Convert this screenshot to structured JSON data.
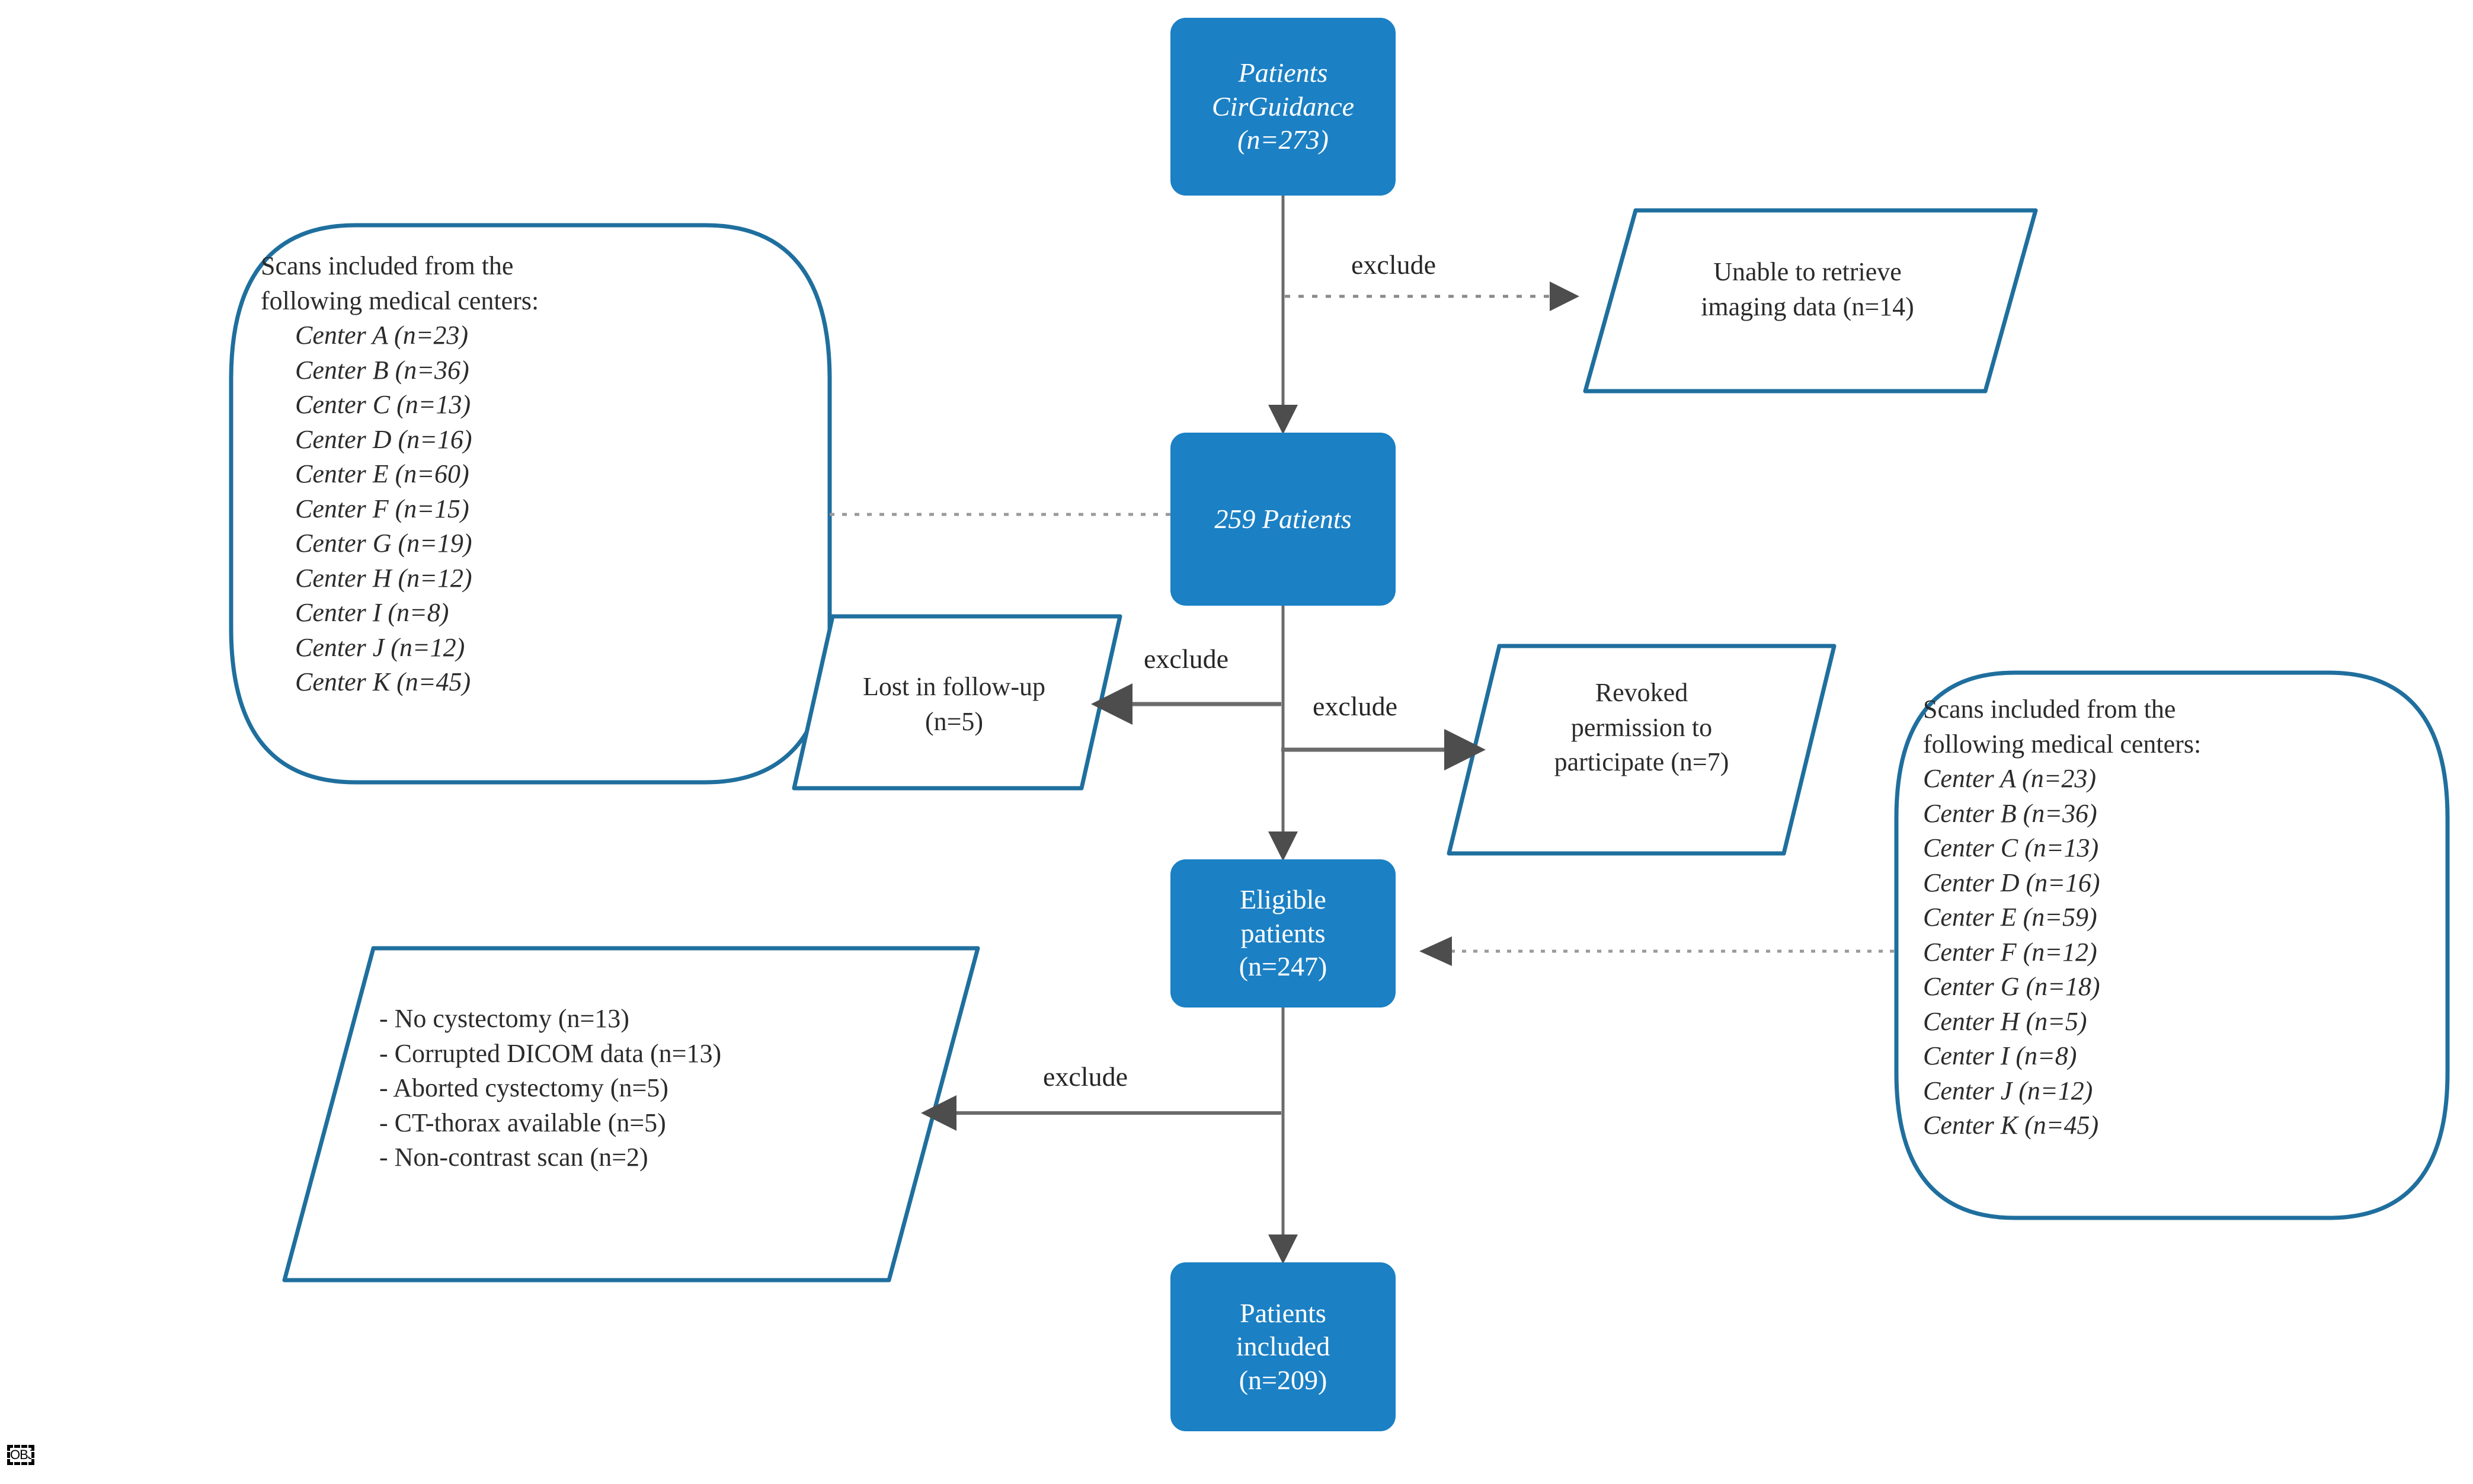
{
  "diagram": {
    "title": "Patient inclusion flowchart",
    "colors": {
      "box_fill": "#1b80c4",
      "box_text": "#ffffff",
      "shape_stroke": "#1f6f9e",
      "arrow": "#595959",
      "background": "#ffffff"
    },
    "nodes": {
      "source": {
        "line1": "Patients",
        "line2": "CirGuidance",
        "line3": "(n=273)"
      },
      "unable_retrieve": {
        "line1": "Unable to retrieve",
        "line2": "imaging data (n=14)"
      },
      "patients_259": {
        "label": "259 Patients"
      },
      "lost_followup": {
        "line1": "Lost in follow-up",
        "line2": "(n=5)"
      },
      "revoked": {
        "line1": "Revoked",
        "line2": "permission to",
        "line3": "participate (n=7)"
      },
      "eligible": {
        "line1": "Eligible",
        "line2": "patients",
        "line3": "(n=247)"
      },
      "excluded_reasons": {
        "items": [
          "- No cystectomy (n=13)",
          "- Corrupted DICOM data (n=13)",
          "- Aborted cystectomy (n=5)",
          "- CT-thorax available (n=5)",
          "- Non-contrast scan (n=2)"
        ]
      },
      "included": {
        "line1": "Patients",
        "line2": "included",
        "line3": "(n=209)"
      }
    },
    "centers_left": {
      "heading_line1": "Scans included from the",
      "heading_line2": "following medical centers:",
      "rows": [
        "Center A (n=23)",
        "Center B (n=36)",
        "Center C (n=13)",
        "Center D (n=16)",
        "Center E (n=60)",
        "Center F (n=15)",
        "Center G (n=19)",
        "Center H (n=12)",
        "Center I (n=8)",
        "Center J (n=12)",
        "Center K (n=45)"
      ]
    },
    "centers_right": {
      "heading_line1": "Scans included from the",
      "heading_line2": "following medical centers:",
      "rows": [
        "Center A (n=23)",
        "Center B (n=36)",
        "Center C (n=13)",
        "Center D (n=16)",
        "Center E (n=59)",
        "Center F (n=12)",
        "Center G (n=18)",
        "Center H (n=5)",
        "Center I (n=8)",
        "Center J (n=12)",
        "Center K (n=45)"
      ]
    },
    "edge_labels": {
      "exclude_top": "exclude",
      "exclude_lost": "exclude",
      "exclude_revoked": "exclude",
      "exclude_bottom": "exclude"
    },
    "artifact": {
      "obj_placeholder": "OBJ"
    }
  }
}
